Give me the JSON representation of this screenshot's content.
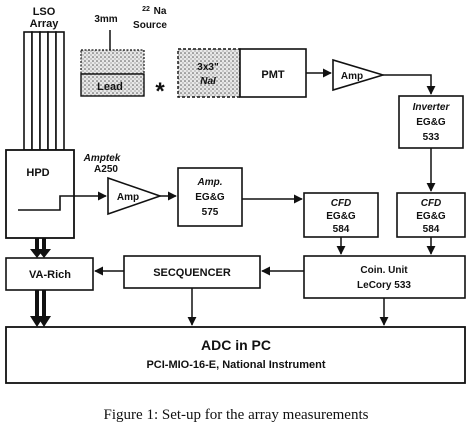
{
  "labels": {
    "lso_line1": "LSO",
    "lso_line2": "Array",
    "lead_3mm": "3mm",
    "na_sup": "22",
    "na_line1": "Na",
    "na_line2": "Source",
    "lead": "Lead",
    "star": "*",
    "nai_line1": "3x3\"",
    "nai_line2": "NaI",
    "pmt": "PMT",
    "amp_top": "Amp",
    "inverter_line1": "Inverter",
    "inverter_line2": "EG&G",
    "inverter_line3": "533",
    "hpd": "HPD",
    "amptek_line1": "Amptek",
    "amptek_line2": "A250",
    "amp_mid": "Amp",
    "amp575_line1": "Amp.",
    "amp575_line2": "EG&G",
    "amp575_line3": "575",
    "cfd1_line1": "CFD",
    "cfd1_line2": "EG&G",
    "cfd1_line3": "584",
    "cfd2_line1": "CFD",
    "cfd2_line2": "EG&G",
    "cfd2_line3": "584",
    "varich": "VA-Rich",
    "sequencer": "SECQUENCER",
    "coin_line1": "Coin. Unit",
    "coin_line2": "LeCory 533",
    "adc_line1": "ADC in PC",
    "adc_line2": "PCI-MIO-16-E, National Instrument",
    "caption": "Figure 1: Set-up for the array measurements"
  },
  "colors": {
    "ink": "#111111",
    "hatch": "#555555"
  }
}
